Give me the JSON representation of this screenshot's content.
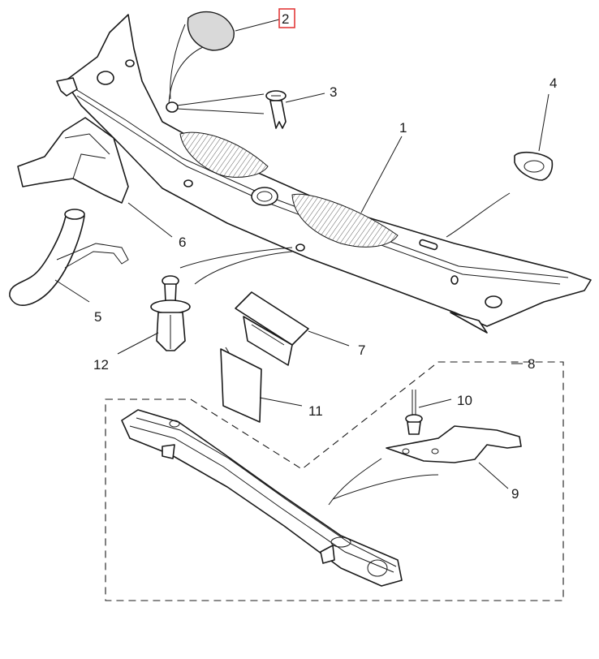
{
  "callouts": [
    {
      "id": "1",
      "label": "1"
    },
    {
      "id": "2",
      "label": "2",
      "highlighted": true
    },
    {
      "id": "3",
      "label": "3"
    },
    {
      "id": "4",
      "label": "4"
    },
    {
      "id": "5",
      "label": "5"
    },
    {
      "id": "6",
      "label": "6"
    },
    {
      "id": "7",
      "label": "7"
    },
    {
      "id": "8",
      "label": "8"
    },
    {
      "id": "9",
      "label": "9"
    },
    {
      "id": "10",
      "label": "10"
    },
    {
      "id": "11",
      "label": "11"
    },
    {
      "id": "12",
      "label": "12"
    }
  ],
  "colors": {
    "line": "#1a1a1a",
    "highlight": "#e23a3a",
    "part_fill": "#ffffff",
    "shade": "#d9d9d9"
  }
}
